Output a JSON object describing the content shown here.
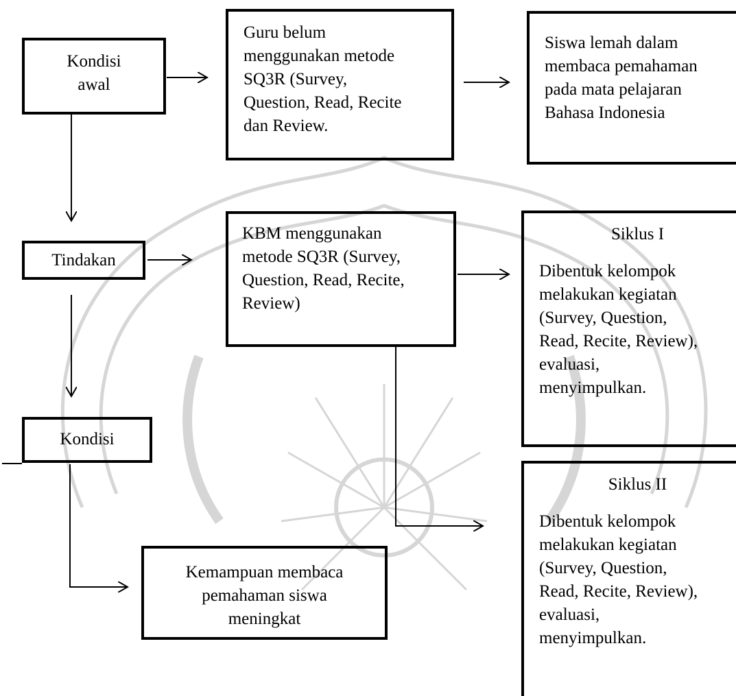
{
  "colors": {
    "ink": "#000000",
    "watermark": "#d6d6d6"
  },
  "boxes": {
    "kondisi_awal": {
      "lines": [
        "Kondisi",
        "awal"
      ]
    },
    "guru_belum": {
      "lines": [
        "Guru belum",
        "menggunakan metode",
        "SQ3R (Survey,",
        "Question, Read, Recite",
        "dan Review."
      ]
    },
    "siswa_lemah": {
      "lines": [
        "Siswa lemah dalam",
        "membaca pemahaman",
        "pada mata pelajaran",
        "Bahasa Indonesia"
      ]
    },
    "tindakan": {
      "lines": [
        "Tindakan"
      ]
    },
    "kbm": {
      "lines": [
        "KBM menggunakan",
        "metode SQ3R (Survey,",
        "Question, Read, Recite,",
        "Review)"
      ]
    },
    "siklus_1": {
      "title": "Siklus I",
      "lines": [
        "Dibentuk kelompok",
        "melakukan kegiatan",
        "(Survey, Question,",
        "Read, Recite, Review),",
        "evaluasi,",
        "menyimpulkan."
      ]
    },
    "kondisi_akhir": {
      "lines": [
        "Kondisi"
      ]
    },
    "siklus_2": {
      "title": "Siklus II",
      "lines": [
        "Dibentuk kelompok",
        "melakukan kegiatan",
        "(Survey, Question,",
        "Read, Recite, Review),",
        "evaluasi,",
        "menyimpulkan."
      ]
    },
    "kemampuan": {
      "lines": [
        "Kemampuan membaca",
        "pemahaman siswa",
        "meningkat"
      ]
    }
  }
}
